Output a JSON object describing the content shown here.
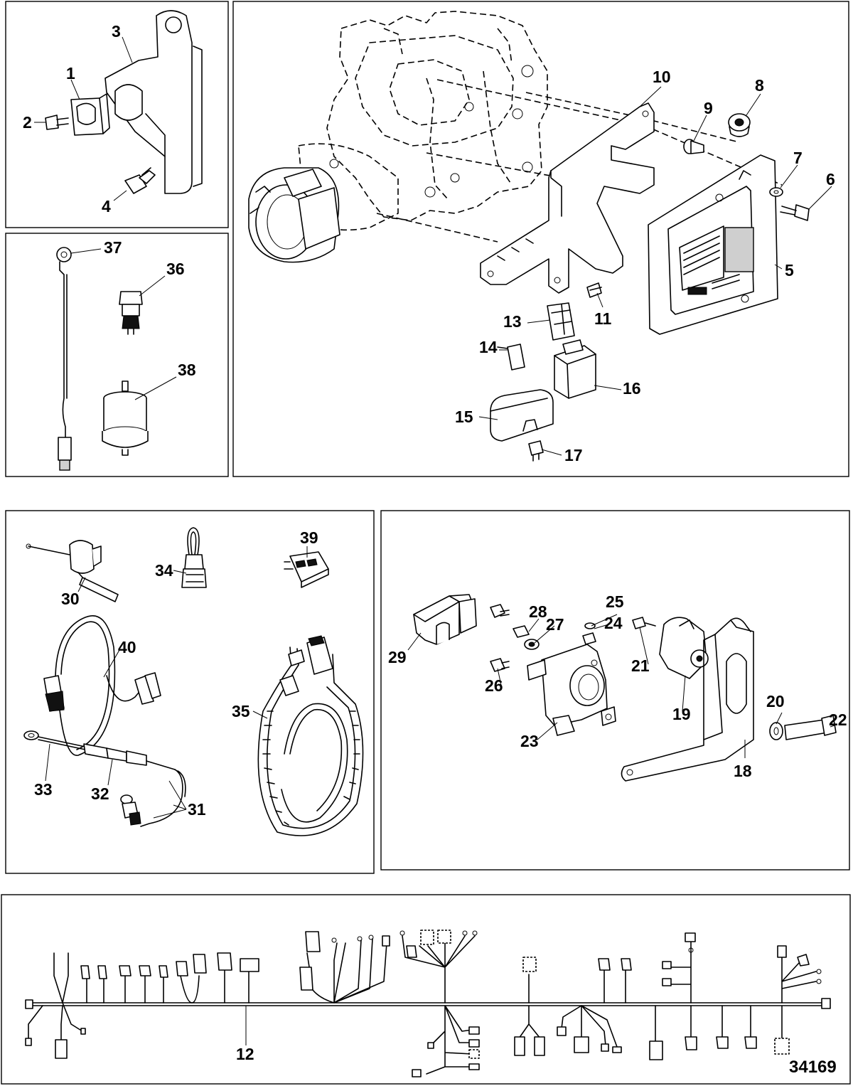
{
  "callouts": {
    "c1": "1",
    "c2": "2",
    "c3": "3",
    "c4": "4",
    "c5": "5",
    "c6": "6",
    "c7": "7",
    "c8": "8",
    "c9": "9",
    "c10": "10",
    "c11": "11",
    "c12": "12",
    "c13": "13",
    "c14": "14",
    "c15": "15",
    "c16": "16",
    "c17": "17",
    "c18": "18",
    "c19": "19",
    "c20": "20",
    "c21": "21",
    "c22": "22",
    "c23": "23",
    "c24": "24",
    "c25": "25",
    "c26": "26",
    "c27": "27",
    "c28": "28",
    "c29": "29",
    "c30": "30",
    "c31": "31",
    "c32": "32",
    "c33": "33",
    "c34": "34",
    "c35": "35",
    "c36": "36",
    "c37": "37",
    "c38": "38",
    "c39": "39",
    "c40": "40"
  },
  "figure_number": "34169"
}
